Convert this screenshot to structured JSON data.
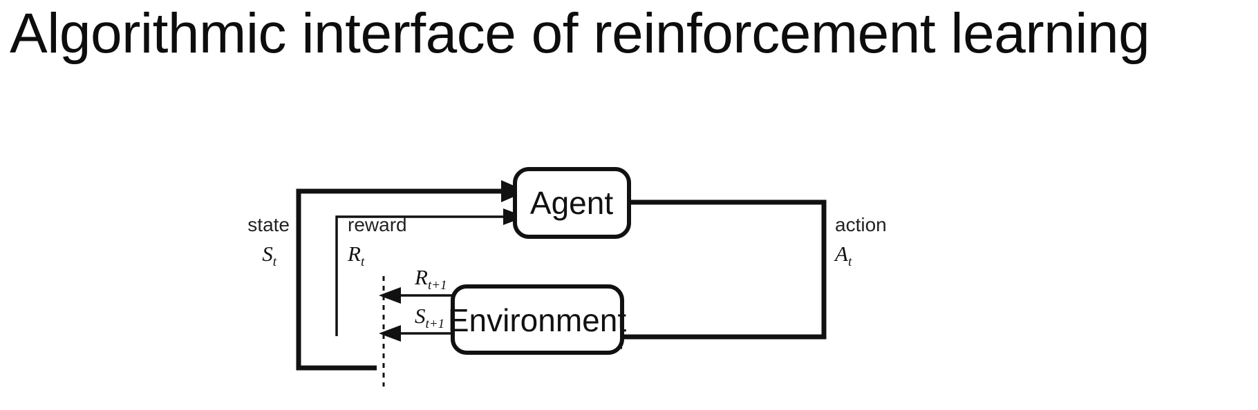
{
  "slide": {
    "title": "Algorithmic interface of reinforcement learning",
    "background_color": "#ffffff",
    "text_color": "#0d0d0d"
  },
  "diagram": {
    "name": "agent-environment-interaction-loop",
    "stroke_color": "#111111",
    "fill_color": "#ffffff",
    "nodes": [
      {
        "id": "agent",
        "label": "Agent"
      },
      {
        "id": "environment",
        "label": "Environment"
      }
    ],
    "edges": [
      {
        "id": "state-edge",
        "from": "environment",
        "to": "agent",
        "label": "state",
        "symbol": "S",
        "subscript": "t"
      },
      {
        "id": "reward-edge",
        "from": "environment",
        "to": "agent",
        "label": "reward",
        "symbol": "R",
        "subscript": "t"
      },
      {
        "id": "action-edge",
        "from": "agent",
        "to": "environment",
        "label": "action",
        "symbol": "A",
        "subscript": "t"
      },
      {
        "id": "next-reward-edge",
        "from": "environment",
        "to": "boundary",
        "label": "",
        "symbol": "R",
        "subscript": "t+1"
      },
      {
        "id": "next-state-edge",
        "from": "environment",
        "to": "boundary",
        "label": "",
        "symbol": "S",
        "subscript": "t+1"
      }
    ],
    "boundary": {
      "id": "time-boundary",
      "style": "dashed-vertical"
    }
  }
}
